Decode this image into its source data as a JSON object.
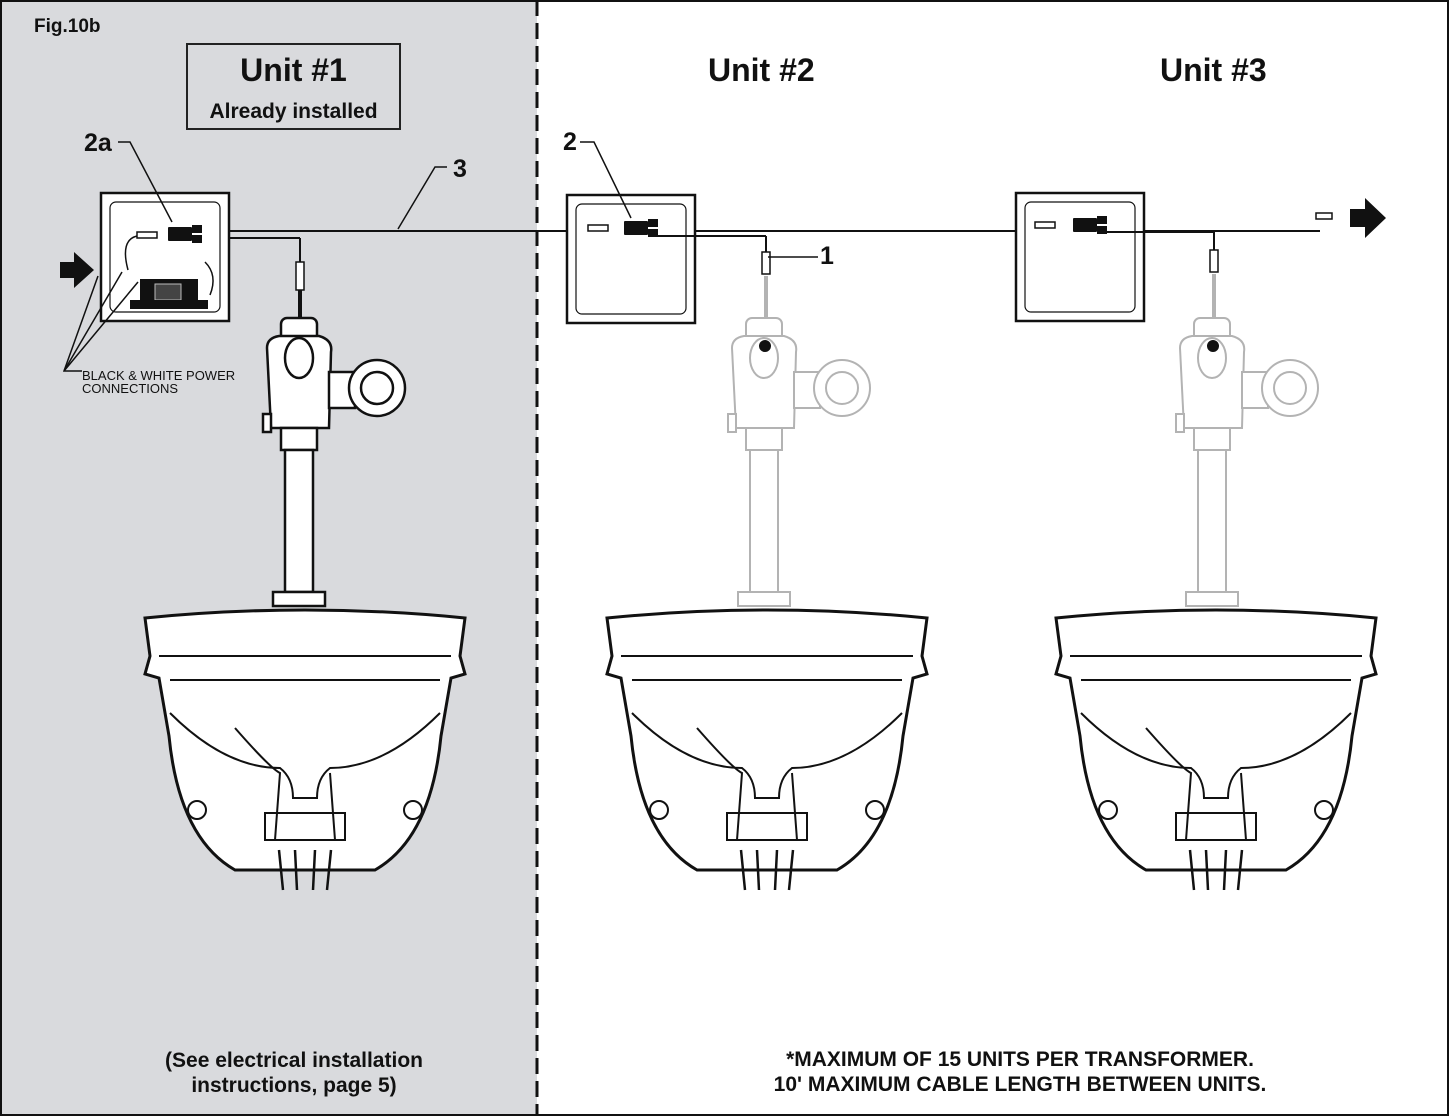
{
  "figure_label": "Fig.10b",
  "unit1": {
    "title": "Unit #1",
    "subtitle": "Already installed"
  },
  "unit2": {
    "title": "Unit #2"
  },
  "unit3": {
    "title": "Unit #3"
  },
  "callouts": {
    "c2a": "2a",
    "c3": "3",
    "c2": "2",
    "c1": "1"
  },
  "power_label": "BLACK & WHITE POWER CONNECTIONS",
  "notes": {
    "left_line1": "(See electrical installation",
    "left_line2": "instructions, page 5)",
    "right_line1": "*MAXIMUM OF 15 UNITS PER TRANSFORMER.",
    "right_line2": "10' MAXIMUM CABLE LENGTH BETWEEN UNITS."
  },
  "colors": {
    "installed_panel_bg": "#d9dadd",
    "ink": "#111111",
    "faded_ink": "#b3b3b3"
  }
}
